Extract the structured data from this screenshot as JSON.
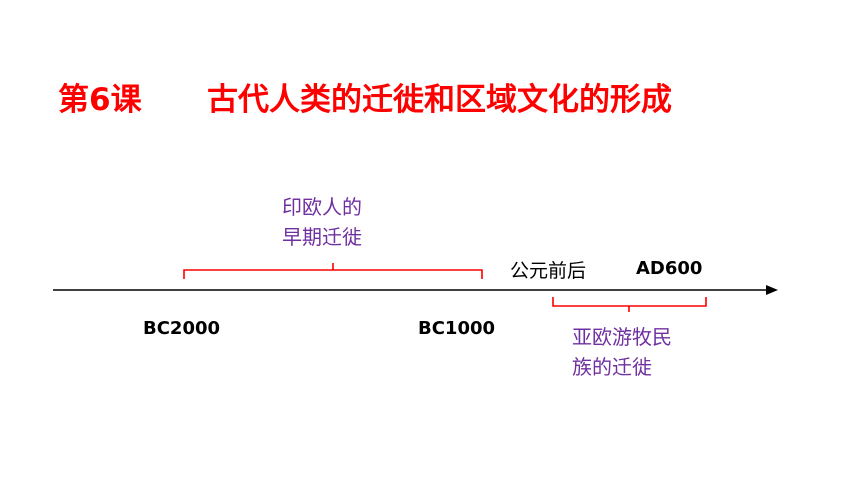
{
  "title": {
    "lesson": "第6课",
    "text": "古代人类的迁徙和区域文化的形成"
  },
  "timeline": {
    "labels": {
      "bc2000": "BC2000",
      "bc1000": "BC1000",
      "ce_era": "公元前后",
      "ad600": "AD600"
    },
    "periods": [
      {
        "line1": "印欧人的",
        "line2": "早期迁徙"
      },
      {
        "line1": "亚欧游牧民",
        "line2": "族的迁徙"
      }
    ]
  },
  "colors": {
    "title": "#ff0000",
    "bracket_early": "#ff0000",
    "bracket_nomad": "#ff0000",
    "period_text": "#7030a0",
    "axis": "#000000"
  }
}
